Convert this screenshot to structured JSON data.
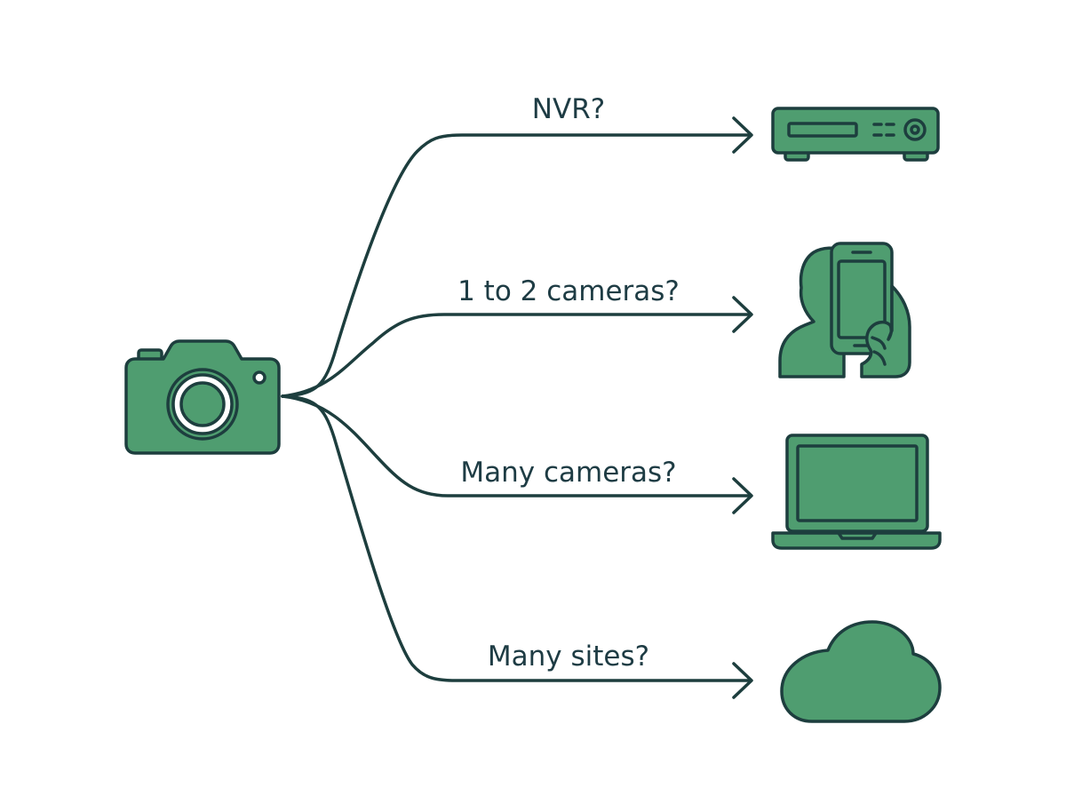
{
  "colors": {
    "icon_fill": "#4f9d70",
    "outline": "#1d3e3e",
    "line": "#1d3e3e",
    "label_text": "#1e3c44",
    "background": "#ffffff"
  },
  "source": {
    "icon": "camera-icon"
  },
  "branches": [
    {
      "label": "NVR?",
      "icon": "nvr-recorder-icon"
    },
    {
      "label": "1 to 2 cameras?",
      "icon": "smartphone-in-hand-icon"
    },
    {
      "label": "Many cameras?",
      "icon": "laptop-icon"
    },
    {
      "label": "Many sites?",
      "icon": "cloud-icon"
    }
  ]
}
